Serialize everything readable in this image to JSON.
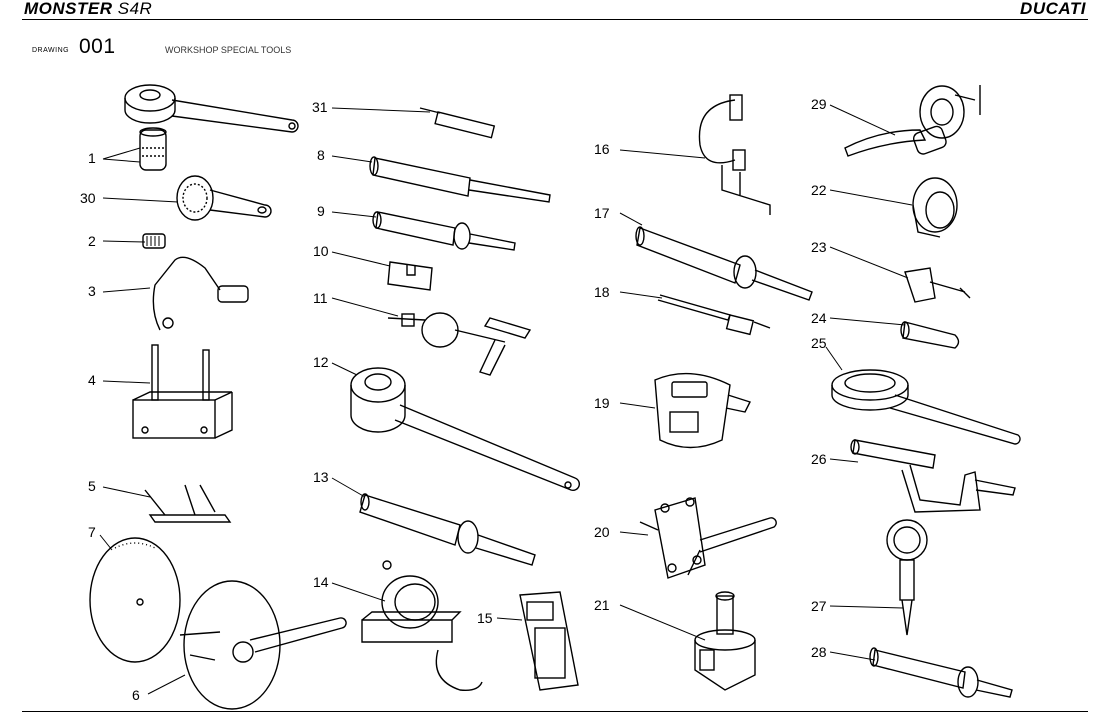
{
  "header": {
    "model_main": "MONSTER ",
    "model_sub": "S4R",
    "brand": "DUCATI"
  },
  "drawing": {
    "label": "DRAWING",
    "number": "001",
    "title": "WORKSHOP SPECIAL TOOLS"
  },
  "callouts": [
    "1",
    "30",
    "2",
    "3",
    "4",
    "5",
    "7",
    "6",
    "31",
    "8",
    "9",
    "10",
    "11",
    "12",
    "13",
    "14",
    "15",
    "16",
    "17",
    "18",
    "19",
    "20",
    "21",
    "29",
    "22",
    "23",
    "24",
    "25",
    "26",
    "27",
    "28"
  ]
}
